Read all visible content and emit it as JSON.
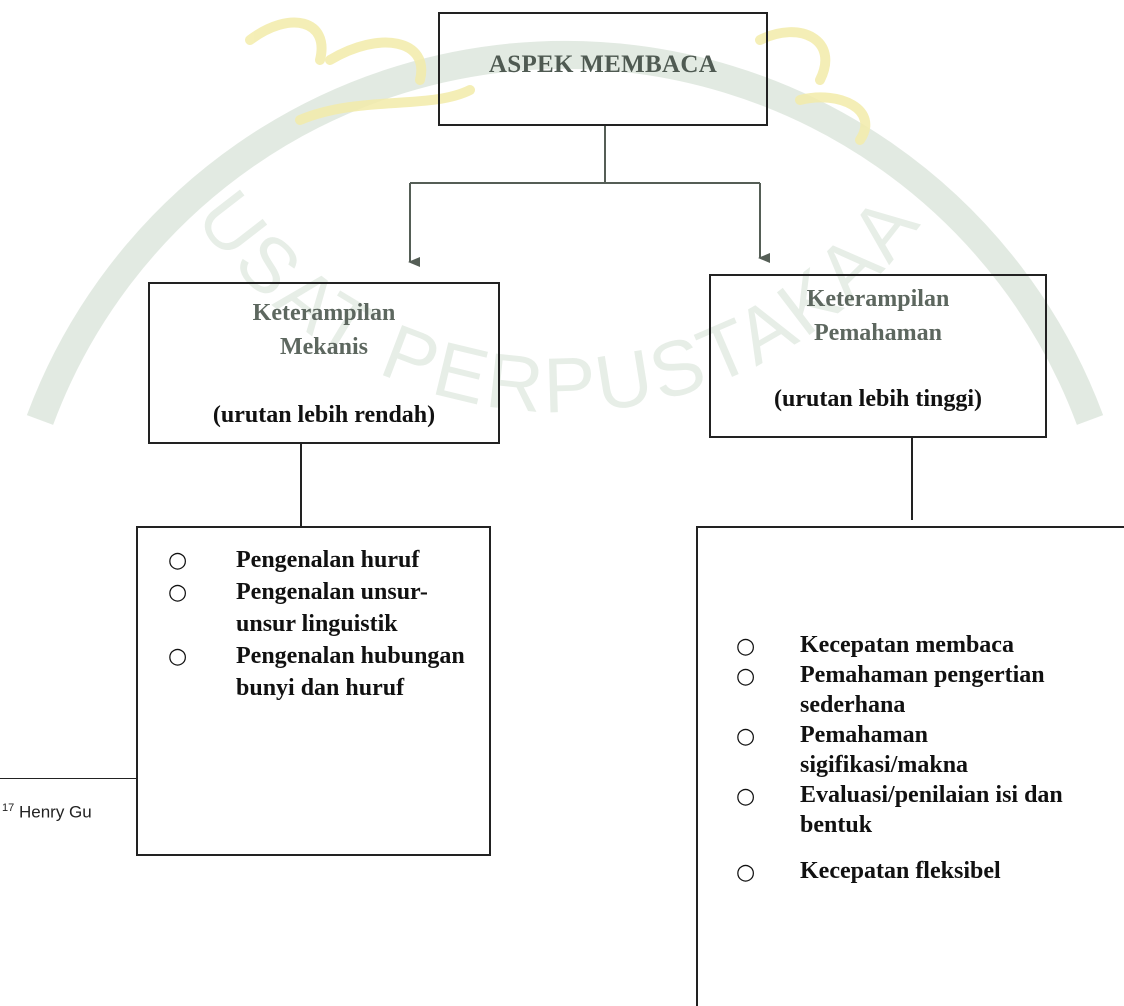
{
  "root": {
    "label": "ASPEK MEMBACA"
  },
  "left_branch": {
    "title_line1": "Keterampilan",
    "title_line2": "Mekanis",
    "subtitle": "(urutan  lebih  rendah)",
    "items": [
      "Pengenalan huruf",
      "Pengenalan unsur-unsur linguistik",
      "Pengenalan hubungan  bunyi dan huruf"
    ]
  },
  "right_branch": {
    "title_line1": "Keterampilan",
    "title_line2": "Pemahaman",
    "subtitle": "(urutan  lebih  tinggi)",
    "items": [
      "Kecepatan membaca",
      "Pemahaman pengertian  sederhana",
      "Pemahaman sigifikasi/makna",
      "Evaluasi/penilaian  isi dan  bentuk",
      "Kecepatan fleksibel"
    ]
  },
  "footnote": {
    "number": "17",
    "text": "Henry Gu"
  },
  "watermark": {
    "text": "PUSAT PERPUSTAKAAN"
  },
  "colors": {
    "watermark": "#dfe8df",
    "watermark_gold": "#f3ecaa",
    "arrow": "#555e56",
    "text": "#111111"
  }
}
